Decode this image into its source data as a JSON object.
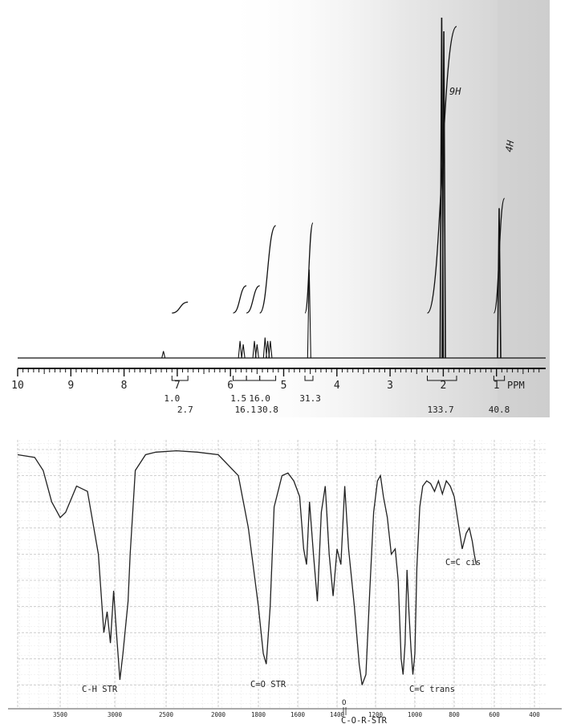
{
  "nmr": {
    "chart_data": {
      "type": "line",
      "title": "",
      "xlabel": "PPM",
      "ylabel": "",
      "x_ticks": [
        10,
        9,
        8,
        7,
        6,
        5,
        4,
        3,
        2,
        1
      ],
      "xlim": [
        10,
        0.2
      ],
      "peaks": [
        {
          "ppm": 7.26,
          "rel_height": 0.02
        },
        {
          "ppm": 5.82,
          "rel_height": 0.05
        },
        {
          "ppm": 5.76,
          "rel_height": 0.04
        },
        {
          "ppm": 5.55,
          "rel_height": 0.05
        },
        {
          "ppm": 5.5,
          "rel_height": 0.04
        },
        {
          "ppm": 5.35,
          "rel_height": 0.06
        },
        {
          "ppm": 5.3,
          "rel_height": 0.05
        },
        {
          "ppm": 5.25,
          "rel_height": 0.05
        },
        {
          "ppm": 4.52,
          "rel_height": 0.26
        },
        {
          "ppm": 2.03,
          "rel_height": 1.0
        },
        {
          "ppm": 1.99,
          "rel_height": 0.96
        },
        {
          "ppm": 0.95,
          "rel_height": 0.44
        }
      ],
      "integrals": [
        {
          "from": 7.1,
          "to": 6.8,
          "rise": 0.04
        },
        {
          "from": 5.95,
          "to": 5.7,
          "rise": 0.1
        },
        {
          "from": 5.7,
          "to": 5.45,
          "rise": 0.1
        },
        {
          "from": 5.45,
          "to": 5.15,
          "rise": 0.32
        },
        {
          "from": 4.6,
          "to": 4.45,
          "rise": 0.33
        },
        {
          "from": 2.3,
          "to": 1.75,
          "rise": 1.05
        },
        {
          "from": 1.05,
          "to": 0.85,
          "rise": 0.42
        }
      ],
      "integral_labels": [
        {
          "text": "1.0",
          "ppm": 7.1,
          "row": 1
        },
        {
          "text": "2.7",
          "ppm": 6.85,
          "row": 2
        },
        {
          "text": "1.5",
          "ppm": 5.85,
          "row": 1
        },
        {
          "text": "16.0",
          "ppm": 5.45,
          "row": 1
        },
        {
          "text": "16.1",
          "ppm": 5.72,
          "row": 2
        },
        {
          "text": "30.8",
          "ppm": 5.3,
          "row": 2
        },
        {
          "text": "31.3",
          "ppm": 4.5,
          "row": 1
        },
        {
          "text": "133.7",
          "ppm": 2.05,
          "row": 2
        },
        {
          "text": "40.8",
          "ppm": 0.95,
          "row": 2
        }
      ],
      "annotations": [
        "9H",
        "4H"
      ]
    }
  },
  "ir": {
    "chart_data": {
      "type": "line",
      "title": "",
      "xlabel": "",
      "ylabel": "",
      "x_ticks": [
        3500,
        3000,
        2500,
        2000,
        1800,
        1600,
        1400,
        1200,
        1000,
        800,
        600,
        400
      ],
      "tick_labels": [
        "3500",
        "3000",
        "2500",
        "2000",
        "1800",
        "1600",
        "1400",
        "1200",
        "1000",
        "800",
        "600",
        "400"
      ],
      "ylim": [
        0,
        100
      ],
      "spectrum_transmittance": [
        [
          4000,
          98
        ],
        [
          3800,
          97
        ],
        [
          3700,
          92
        ],
        [
          3600,
          80
        ],
        [
          3500,
          74
        ],
        [
          3450,
          76
        ],
        [
          3350,
          86
        ],
        [
          3250,
          84
        ],
        [
          3150,
          60
        ],
        [
          3100,
          30
        ],
        [
          3070,
          38
        ],
        [
          3040,
          26
        ],
        [
          3010,
          46
        ],
        [
          2980,
          28
        ],
        [
          2950,
          12
        ],
        [
          2920,
          22
        ],
        [
          2870,
          42
        ],
        [
          2850,
          60
        ],
        [
          2800,
          92
        ],
        [
          2700,
          98
        ],
        [
          2600,
          99
        ],
        [
          2400,
          99.5
        ],
        [
          2200,
          99
        ],
        [
          2000,
          98
        ],
        [
          1900,
          90
        ],
        [
          1850,
          70
        ],
        [
          1800,
          40
        ],
        [
          1775,
          22
        ],
        [
          1760,
          18
        ],
        [
          1740,
          40
        ],
        [
          1720,
          78
        ],
        [
          1680,
          90
        ],
        [
          1650,
          91
        ],
        [
          1620,
          88
        ],
        [
          1590,
          82
        ],
        [
          1570,
          62
        ],
        [
          1555,
          56
        ],
        [
          1540,
          80
        ],
        [
          1520,
          60
        ],
        [
          1500,
          42
        ],
        [
          1480,
          76
        ],
        [
          1460,
          86
        ],
        [
          1440,
          60
        ],
        [
          1420,
          44
        ],
        [
          1400,
          62
        ],
        [
          1380,
          56
        ],
        [
          1360,
          86
        ],
        [
          1340,
          62
        ],
        [
          1310,
          40
        ],
        [
          1285,
          18
        ],
        [
          1270,
          10
        ],
        [
          1250,
          14
        ],
        [
          1230,
          46
        ],
        [
          1210,
          76
        ],
        [
          1190,
          88
        ],
        [
          1175,
          90
        ],
        [
          1160,
          82
        ],
        [
          1140,
          74
        ],
        [
          1120,
          60
        ],
        [
          1100,
          62
        ],
        [
          1085,
          50
        ],
        [
          1070,
          20
        ],
        [
          1060,
          14
        ],
        [
          1050,
          26
        ],
        [
          1040,
          54
        ],
        [
          1030,
          38
        ],
        [
          1020,
          24
        ],
        [
          1010,
          14
        ],
        [
          1000,
          22
        ],
        [
          990,
          55
        ],
        [
          975,
          78
        ],
        [
          960,
          86
        ],
        [
          940,
          88
        ],
        [
          920,
          87
        ],
        [
          900,
          84
        ],
        [
          880,
          88
        ],
        [
          860,
          83
        ],
        [
          840,
          88
        ],
        [
          820,
          86
        ],
        [
          800,
          82
        ],
        [
          780,
          72
        ],
        [
          760,
          62
        ],
        [
          740,
          68
        ],
        [
          725,
          70
        ],
        [
          710,
          65
        ],
        [
          700,
          60
        ],
        [
          690,
          56
        ]
      ],
      "annotations": [
        "C-H STR",
        "C=O STR",
        "C-O-R-STR",
        "C=C trans",
        "C=C cis"
      ],
      "carbonyl_marker": "O"
    }
  }
}
